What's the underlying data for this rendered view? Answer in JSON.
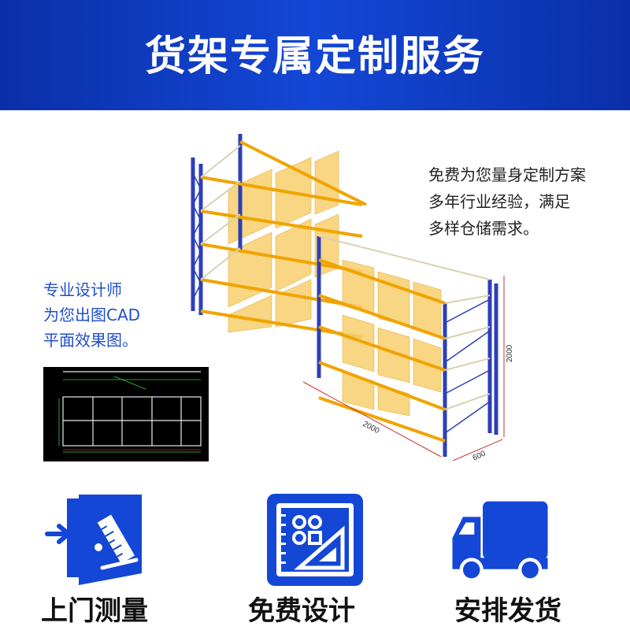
{
  "header": {
    "title": "货架专属定制服务"
  },
  "right_text": {
    "lines": [
      "免费为您量身定制方案",
      "多年行业经验，满足",
      "多样仓储需求。"
    ]
  },
  "left_text": {
    "lines": [
      "专业设计师",
      "为您出图CAD",
      "平面效果图。"
    ]
  },
  "diagram": {
    "dimension_length": "2000",
    "dimension_height": "2000",
    "dimension_depth": "600",
    "colors": {
      "upright": "#2d3fb8",
      "beam": "#f0a400",
      "mesh": "#f7cf6e",
      "dimension": "#d03030"
    }
  },
  "features": [
    {
      "icon": "door-ruler-icon",
      "label": "上门测量"
    },
    {
      "icon": "design-tools-icon",
      "label": "免费设计"
    },
    {
      "icon": "delivery-truck-icon",
      "label": "安排发货"
    }
  ],
  "colors": {
    "brand_blue": "#1447d6",
    "text_blue": "#1f4fc9"
  }
}
